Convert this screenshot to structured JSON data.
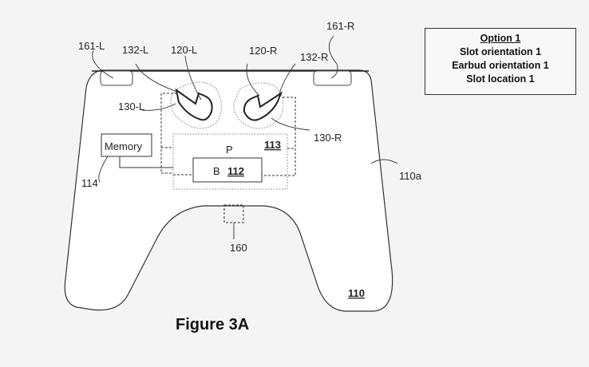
{
  "labels": {
    "l161L": "161-L",
    "l132L": "132-L",
    "l120L": "120-L",
    "l120R": "120-R",
    "l132R": "132-R",
    "l161R": "161-R",
    "l130L": "130-L",
    "l130R": "130-R",
    "l110a": "110a",
    "l114": "114",
    "l160": "160",
    "l110": "110",
    "l113": "113",
    "l112": "112",
    "p": "P",
    "b": "B",
    "memory": "Memory"
  },
  "option": {
    "title": "Option 1",
    "lines": [
      "Slot orientation 1",
      "Earbud orientation 1",
      "Slot location 1"
    ]
  },
  "figure": "Figure 3A"
}
